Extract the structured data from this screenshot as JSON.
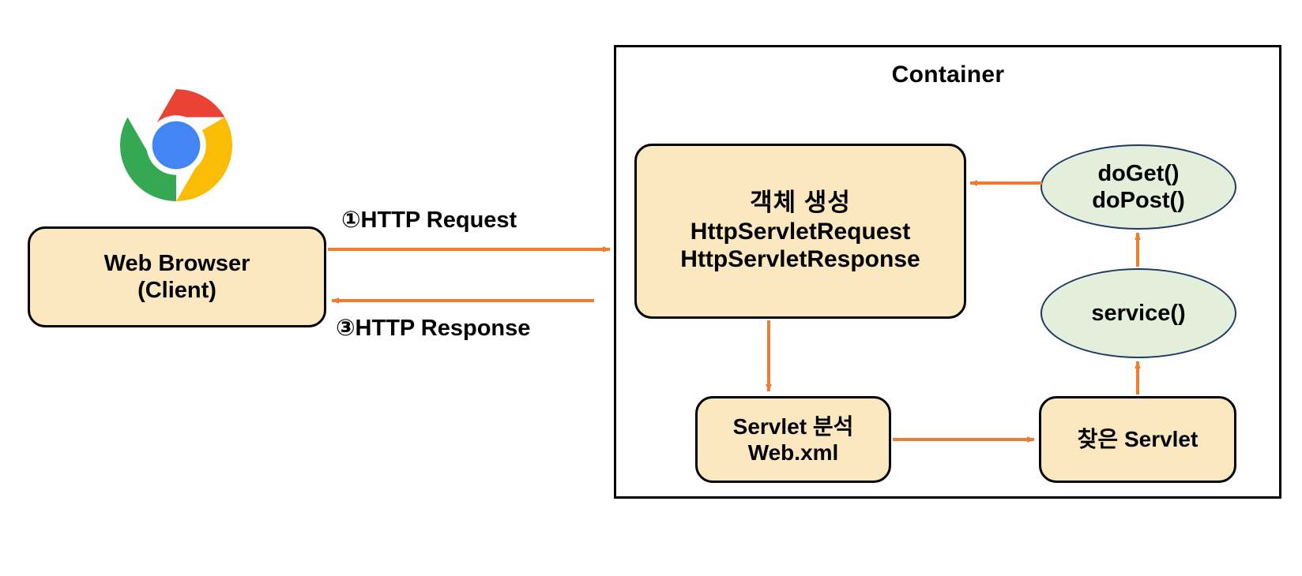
{
  "diagram": {
    "title_text": "Container",
    "colors": {
      "box_fill": "#fbe8c0",
      "box_stroke": "#000000",
      "ellipse_fill": "#e3efda",
      "ellipse_stroke": "#203864",
      "arrow": "#ED7D31",
      "background": "#ffffff"
    },
    "client": {
      "logo_name": "chrome-logo",
      "box": {
        "line1": "Web Browser",
        "line2": "(Client)"
      }
    },
    "container": {
      "label": "Container",
      "object_creation_box": {
        "line1": "객체 생성",
        "line2": "HttpServletRequest",
        "line3": "HttpServletResponse"
      },
      "servlet_analysis_box": {
        "line1": "Servlet 분석",
        "line2": "Web.xml"
      },
      "found_servlet_box": {
        "line1": "찾은 Servlet"
      },
      "service_ellipse": {
        "line1": "service()"
      },
      "doget_dopost_ellipse": {
        "line1": "doGet()",
        "line2": "doPost()"
      }
    },
    "arrows": [
      {
        "name": "http-request-arrow",
        "label": "①HTTP Request"
      },
      {
        "name": "http-response-arrow",
        "label": "③HTTP Response"
      },
      {
        "name": "objcreate-to-analysis-arrow",
        "label": ""
      },
      {
        "name": "analysis-to-foundservlet-arrow",
        "label": ""
      },
      {
        "name": "foundservlet-to-service-arrow",
        "label": ""
      },
      {
        "name": "service-to-doget-arrow",
        "label": ""
      },
      {
        "name": "doget-to-objcreate-arrow",
        "label": ""
      }
    ],
    "labels": {
      "http_request": "①HTTP Request",
      "http_response": "③HTTP Response"
    }
  }
}
